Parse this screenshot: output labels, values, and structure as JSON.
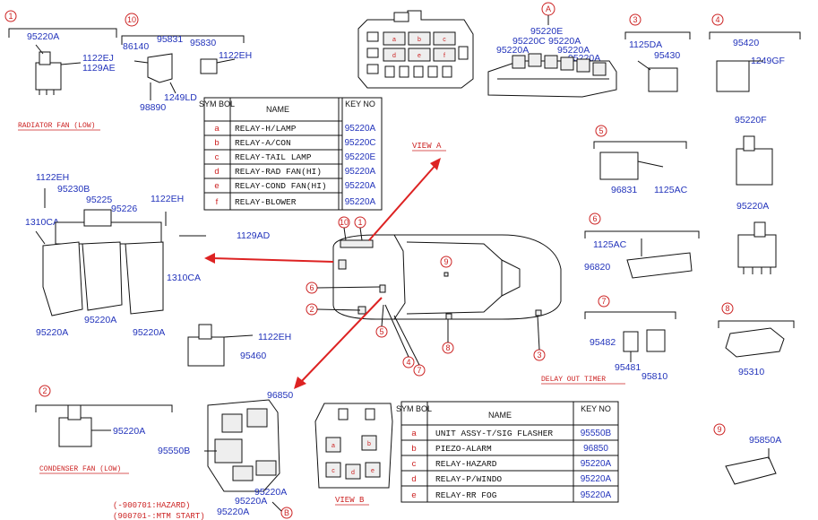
{
  "groups": {
    "g1": {
      "num": "1",
      "caption": "RADIATOR FAN (LOW)",
      "parts": [
        "95220A",
        "1122EJ",
        "1129AE"
      ]
    },
    "g2": {
      "num": "2",
      "caption": "CONDENSER FAN (LOW)",
      "parts": [
        "95220A"
      ]
    },
    "g3": {
      "num": "3",
      "parts": [
        "1125DA",
        "95430"
      ]
    },
    "g4": {
      "num": "4",
      "parts": [
        "95420",
        "1249GF"
      ]
    },
    "g5": {
      "num": "5",
      "parts": [
        "96831",
        "1125AC"
      ]
    },
    "g6": {
      "num": "6",
      "parts": [
        "1125AC",
        "96820"
      ]
    },
    "g7": {
      "num": "7",
      "caption": "DELAY OUT TIMER",
      "parts": [
        "95482",
        "95481",
        "95810"
      ]
    },
    "g8": {
      "num": "8",
      "parts": [
        "95310"
      ]
    },
    "g9": {
      "num": "9",
      "parts": [
        "95850A"
      ]
    },
    "g10": {
      "num": "10",
      "parts": [
        "86140",
        "95831",
        "95830",
        "1122EH",
        "1249LD",
        "98890"
      ]
    }
  },
  "view_a": {
    "label": "VIEW A",
    "marker": "A",
    "parts": [
      "95220E",
      "95220C",
      "95220A",
      "95220A",
      "95220A",
      "95220A"
    ],
    "fuse_letters": [
      "a",
      "b",
      "c",
      "d",
      "e",
      "f"
    ]
  },
  "view_b": {
    "label": "VIEW B",
    "marker": "B",
    "parts": [
      "96850",
      "95550B",
      "95220A",
      "95220A",
      "95220A"
    ],
    "notes": [
      "(-900701:HAZARD)",
      "(900701-:MTM START)"
    ],
    "letters": [
      "a",
      "b",
      "c",
      "d",
      "e"
    ]
  },
  "left_assembly": {
    "parts": [
      "1122EH",
      "95230B",
      "95225",
      "95226",
      "1122EH",
      "1310CA",
      "1129AD",
      "1310CA",
      "95220A",
      "95220A",
      "95220A"
    ]
  },
  "loose_parts": {
    "p95220F": "95220F",
    "p95220A_right": "95220A",
    "p95460": "95460",
    "p1122EH_mid": "1122EH"
  },
  "table1": {
    "headers": [
      "SYM BOL",
      "NAME",
      "KEY NO"
    ],
    "rows": [
      {
        "sym": "a",
        "name": "RELAY-H/LAMP",
        "key": "95220A"
      },
      {
        "sym": "b",
        "name": "RELAY-A/CON",
        "key": "95220C"
      },
      {
        "sym": "c",
        "name": "RELAY-TAIL LAMP",
        "key": "95220E"
      },
      {
        "sym": "d",
        "name": "RELAY-RAD FAN(HI)",
        "key": "95220A"
      },
      {
        "sym": "e",
        "name": "RELAY-COND FAN(HI)",
        "key": "95220A"
      },
      {
        "sym": "f",
        "name": "RELAY-BLOWER",
        "key": "95220A"
      }
    ]
  },
  "table2": {
    "headers": [
      "SYM BOL",
      "NAME",
      "KEY NO"
    ],
    "rows": [
      {
        "sym": "a",
        "name": "UNIT ASSY-T/SIG FLASHER",
        "key": "95550B"
      },
      {
        "sym": "b",
        "name": "PIEZO-ALARM",
        "key": "96850"
      },
      {
        "sym": "c",
        "name": "RELAY-HAZARD",
        "key": "95220A"
      },
      {
        "sym": "d",
        "name": "RELAY-P/WINDO",
        "key": "95220A"
      },
      {
        "sym": "e",
        "name": "RELAY-RR FOG",
        "key": "95220A"
      }
    ]
  },
  "car_callouts": [
    "10",
    "1",
    "9",
    "6",
    "2",
    "5",
    "4",
    "7",
    "8",
    "3"
  ]
}
